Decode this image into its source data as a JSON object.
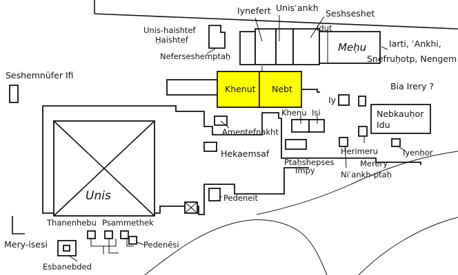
{
  "colors": {
    "highlight": "#ffff00",
    "ink": "#111111",
    "background": "#ffffff"
  },
  "labels": {
    "iynefert": "Iynefert",
    "unisankh": "Unisʿankh",
    "seshseshet": "Seshseshet",
    "idut": "Idut",
    "mehu": "Meḥu",
    "mehu_family": "Iarti, ʿAnkhi,",
    "mehu_family2": "Snefruḥotp, Nengem",
    "unis_haishtef": "Unis-haishtef",
    "haishtef": "Ḥaishtef",
    "neferseshemptah": "Neferseshemptaḥ",
    "seshemnufer": "Seshemnūfer Ifi",
    "khenut": "Khenut",
    "nebt": "Nebt",
    "bia_irery": "Bia Irery ?",
    "iy": "Iy",
    "nebkauhor": "Nebkauḥor",
    "idu": "Idu",
    "khenu": "Khenu",
    "isi": "Isi",
    "amentefnakht": "Amentefnakht",
    "hekaemsaf": "Hekaemsaf",
    "ptahshepses": "Ptaḥshepses",
    "impy": "Impy",
    "herimeru": "Herimeru",
    "iyenhor": "Iyenḥor",
    "merery": "Merery",
    "nisankhptah": "Niʿankh-ptaḥ",
    "unis": "Unis",
    "pedeneit": "Pedeneit",
    "thanenhebu": "Thanenhebu",
    "psammethek": "Psammethek",
    "pedenesi": "Pedenēsi",
    "mery_isesi": "Mery-isesi",
    "esbanebded": "Esbanebded"
  }
}
